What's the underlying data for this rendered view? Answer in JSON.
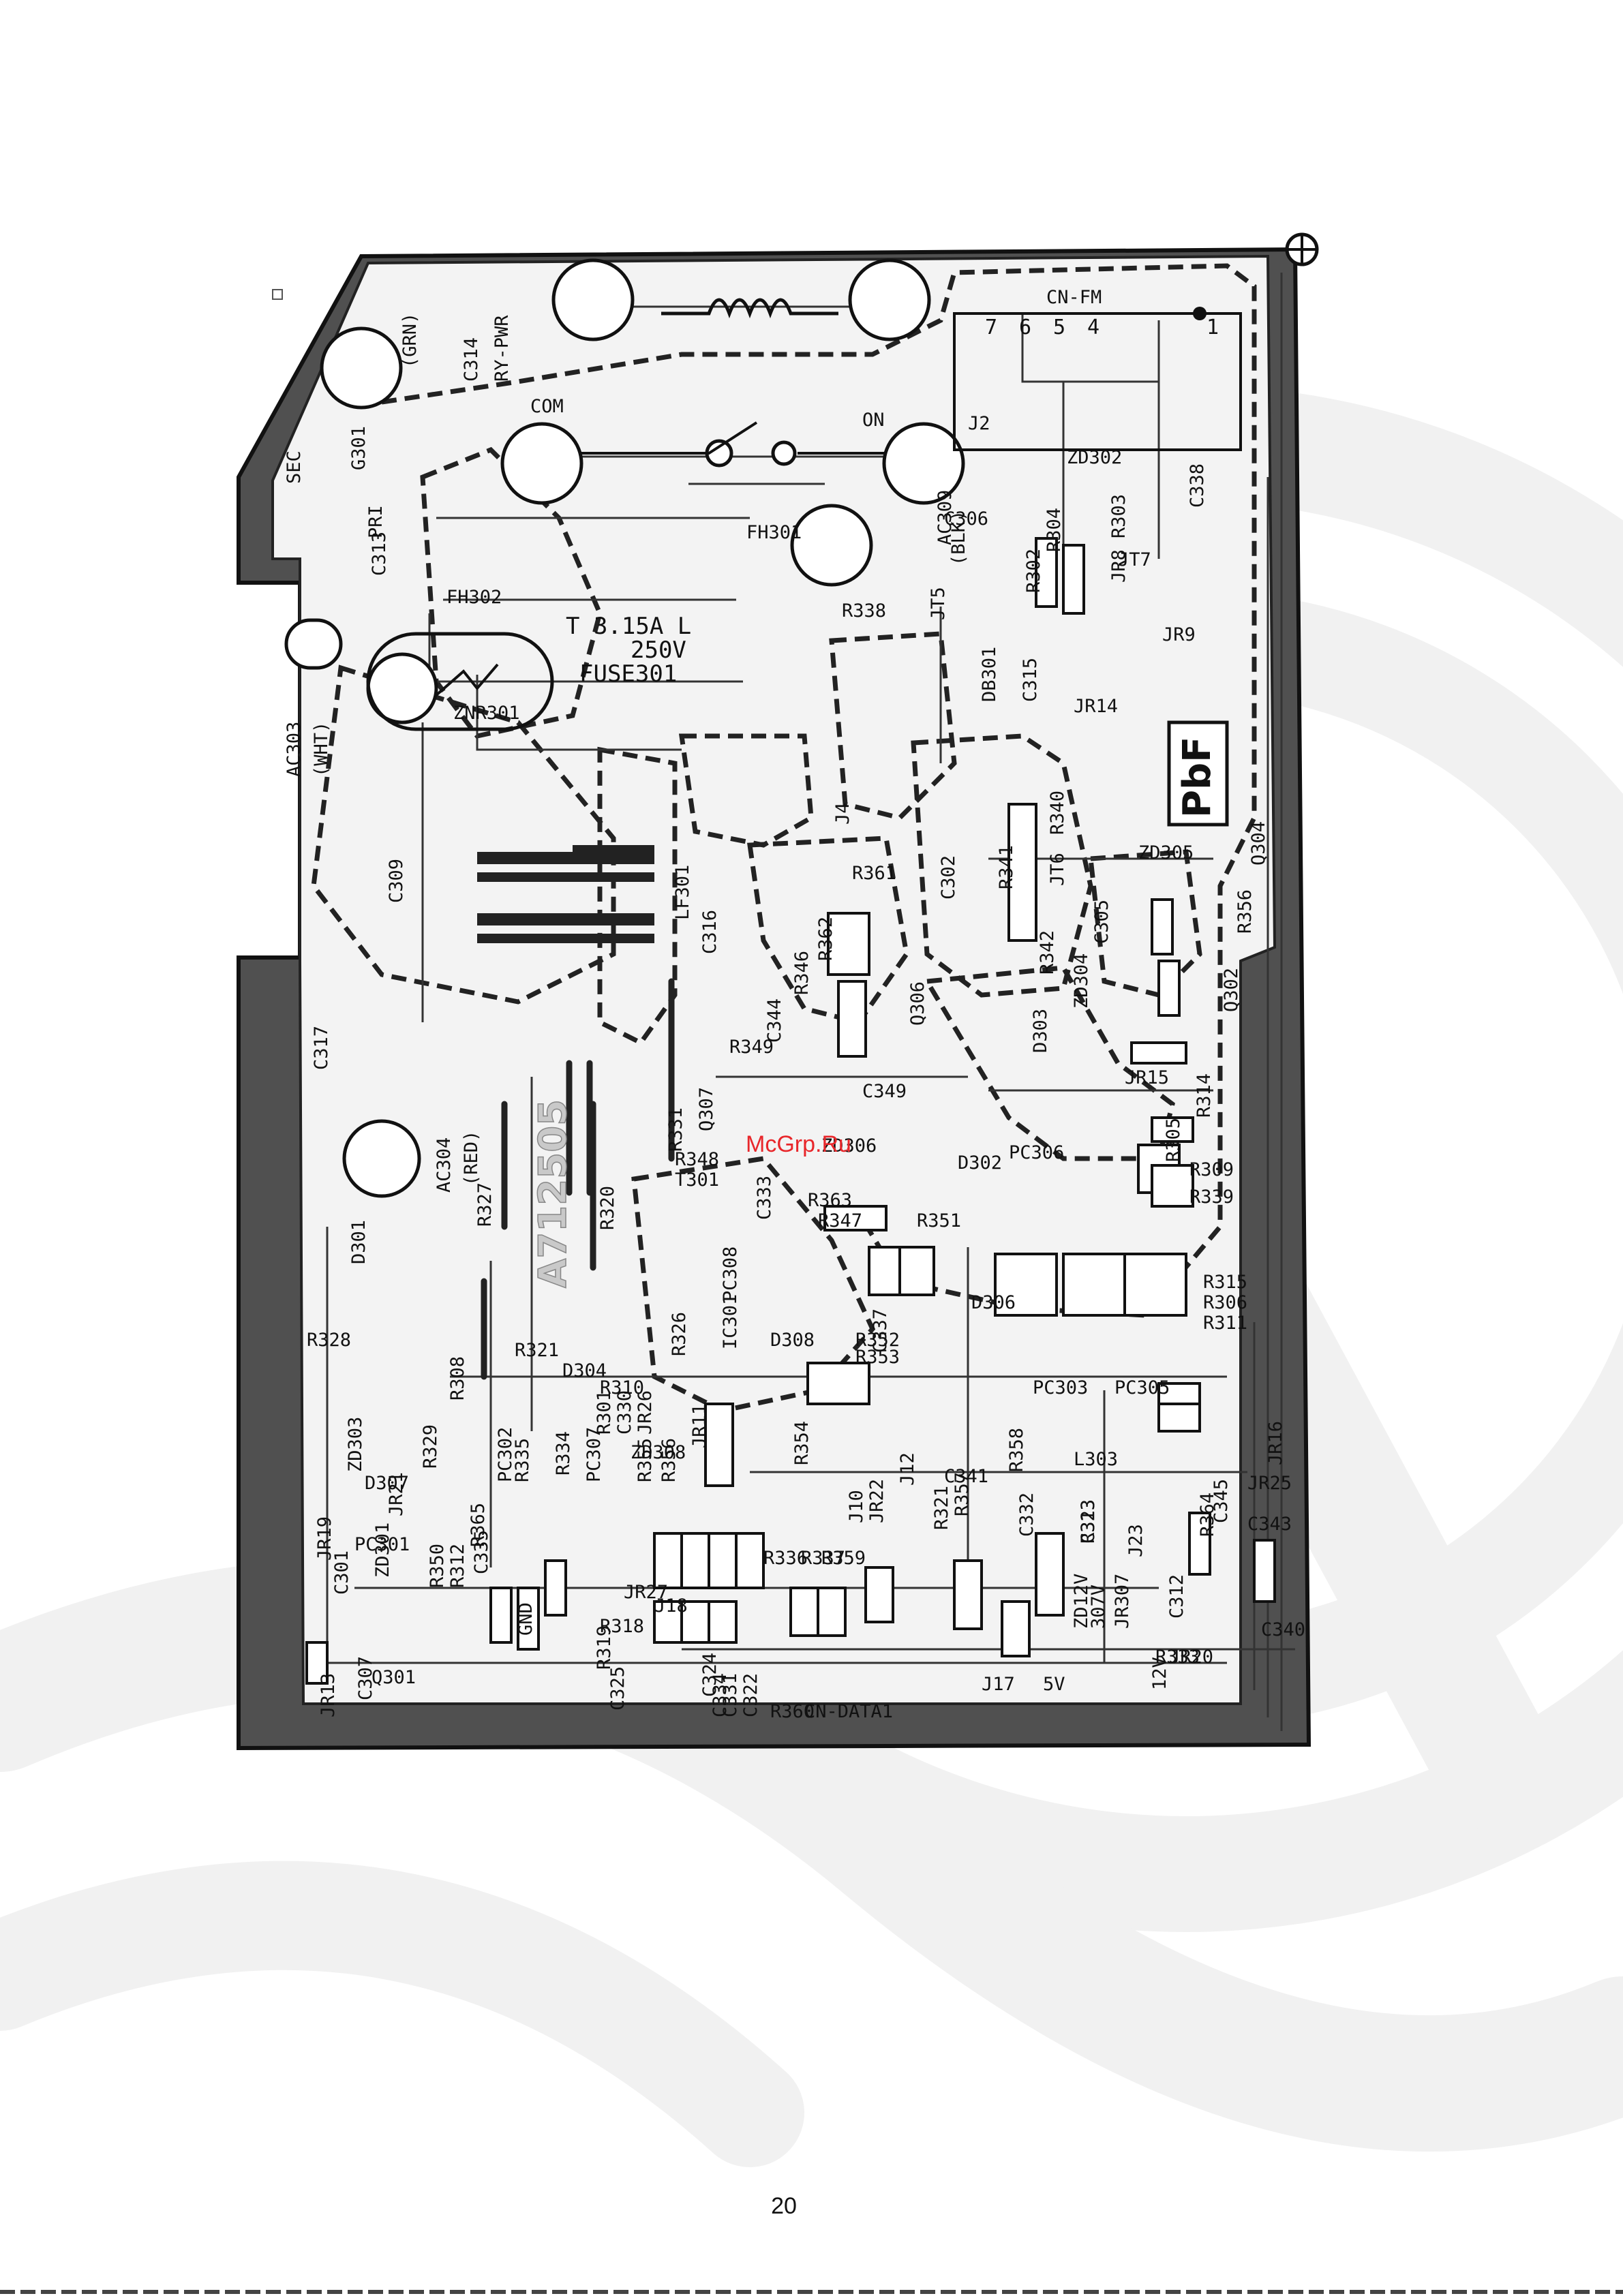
{
  "page": {
    "number": "20",
    "site_mark": "McGrp.Ru"
  },
  "board": {
    "part_number": "A712505",
    "pbf_mark": "PbF",
    "fuse_text": [
      "T 3.15A L",
      "250V",
      "FUSE301"
    ],
    "connector_pins": [
      "7",
      "6",
      "5",
      "4",
      "1"
    ],
    "labels": [
      {
        "t": "CN-FM",
        "r": 0
      },
      {
        "t": "SEC",
        "r": -90
      },
      {
        "t": "PRI",
        "r": -90
      },
      {
        "t": "COM",
        "r": 0
      },
      {
        "t": "ON",
        "r": 0
      },
      {
        "t": "C314",
        "r": -90
      },
      {
        "t": "RY-PWR",
        "r": -90
      },
      {
        "t": "(GRN)",
        "r": -90
      },
      {
        "t": "G301",
        "r": -90
      },
      {
        "t": "C313",
        "r": -90
      },
      {
        "t": "FH301",
        "r": 0
      },
      {
        "t": "FH302",
        "r": 0
      },
      {
        "t": "AC309",
        "r": -90
      },
      {
        "t": "(BLK)",
        "r": -90
      },
      {
        "t": "R338",
        "r": 0
      },
      {
        "t": "JT5",
        "r": -90
      },
      {
        "t": "J2",
        "r": 0
      },
      {
        "t": "ZD302",
        "r": 0
      },
      {
        "t": "C338",
        "r": -90
      },
      {
        "t": "C306",
        "r": 0
      },
      {
        "t": "R304",
        "r": -90
      },
      {
        "t": "R302",
        "r": -90
      },
      {
        "t": "R303",
        "r": -90
      },
      {
        "t": "JR8",
        "r": -90
      },
      {
        "t": "JT7",
        "r": 0
      },
      {
        "t": "DB301",
        "r": -90
      },
      {
        "t": "C315",
        "r": -90
      },
      {
        "t": "JR9",
        "r": 0
      },
      {
        "t": "JR14",
        "r": 0
      },
      {
        "t": "ZNR301",
        "r": 0
      },
      {
        "t": "AC303",
        "r": -90
      },
      {
        "t": "(WHT)",
        "r": -90
      },
      {
        "t": "C309",
        "r": -90
      },
      {
        "t": "LF301",
        "r": -90
      },
      {
        "t": "C316",
        "r": -90
      },
      {
        "t": "J4",
        "r": -90
      },
      {
        "t": "R340",
        "r": -90
      },
      {
        "t": "JT6",
        "r": -90
      },
      {
        "t": "R341",
        "r": -90
      },
      {
        "t": "C302",
        "r": -90
      },
      {
        "t": "R361",
        "r": 0
      },
      {
        "t": "ZD305",
        "r": 0
      },
      {
        "t": "Q304",
        "r": -90
      },
      {
        "t": "R356",
        "r": -90
      },
      {
        "t": "C305",
        "r": -90
      },
      {
        "t": "R342",
        "r": -90
      },
      {
        "t": "ZD304",
        "r": -90
      },
      {
        "t": "R362",
        "r": -90
      },
      {
        "t": "R346",
        "r": -90
      },
      {
        "t": "C344",
        "r": -90
      },
      {
        "t": "Q306",
        "r": -90
      },
      {
        "t": "D303",
        "r": -90
      },
      {
        "t": "Q302",
        "r": -90
      },
      {
        "t": "C317",
        "r": -90
      },
      {
        "t": "R349",
        "r": 0
      },
      {
        "t": "C349",
        "r": 0
      },
      {
        "t": "Q307",
        "r": -90
      },
      {
        "t": "JR15",
        "r": 0
      },
      {
        "t": "R314",
        "r": -90
      },
      {
        "t": "R305",
        "r": -90
      },
      {
        "t": "AC304",
        "r": -90
      },
      {
        "t": "(RED)",
        "r": -90
      },
      {
        "t": "R331",
        "r": -90
      },
      {
        "t": "R327",
        "r": -90
      },
      {
        "t": "R320",
        "r": -90
      },
      {
        "t": "R348",
        "r": 0
      },
      {
        "t": "T301",
        "r": 0
      },
      {
        "t": "C333",
        "r": -90
      },
      {
        "t": "ZD306",
        "r": 0
      },
      {
        "t": "D302",
        "r": 0
      },
      {
        "t": "PC306",
        "r": 0
      },
      {
        "t": "R309",
        "r": 0
      },
      {
        "t": "R339",
        "r": 0
      },
      {
        "t": "R363",
        "r": 0
      },
      {
        "t": "R347",
        "r": 0
      },
      {
        "t": "R351",
        "r": 0
      },
      {
        "t": "D301",
        "r": -90
      },
      {
        "t": "PC308",
        "r": -90
      },
      {
        "t": "D306",
        "r": 0
      },
      {
        "t": "R315",
        "r": 0
      },
      {
        "t": "R306",
        "r": 0
      },
      {
        "t": "R311",
        "r": 0
      },
      {
        "t": "R328",
        "r": 0
      },
      {
        "t": "R321",
        "r": 0
      },
      {
        "t": "D304",
        "r": 0
      },
      {
        "t": "R326",
        "r": -90
      },
      {
        "t": "IC301",
        "r": -90
      },
      {
        "t": "D308",
        "r": 0
      },
      {
        "t": "C337",
        "r": -90
      },
      {
        "t": "R352",
        "r": 0
      },
      {
        "t": "R353",
        "r": 0
      },
      {
        "t": "R308",
        "r": -90
      },
      {
        "t": "PC303",
        "r": 0
      },
      {
        "t": "PC305",
        "r": 0
      },
      {
        "t": "JR16",
        "r": -90
      },
      {
        "t": "R310",
        "r": 0
      },
      {
        "t": "R301",
        "r": -90
      },
      {
        "t": "C330",
        "r": -90
      },
      {
        "t": "JR26",
        "r": -90
      },
      {
        "t": "JR11",
        "r": -90
      },
      {
        "t": "ZD303",
        "r": -90
      },
      {
        "t": "R329",
        "r": -90
      },
      {
        "t": "PC302",
        "r": -90
      },
      {
        "t": "R335",
        "r": -90
      },
      {
        "t": "R334",
        "r": -90
      },
      {
        "t": "PC307",
        "r": -90
      },
      {
        "t": "ZD308",
        "r": 0
      },
      {
        "t": "R355",
        "r": -90
      },
      {
        "t": "R356",
        "r": -90
      },
      {
        "t": "R354",
        "r": -90
      },
      {
        "t": "C341",
        "r": 0
      },
      {
        "t": "R321",
        "r": -90
      },
      {
        "t": "R357",
        "r": -90
      },
      {
        "t": "R358",
        "r": -90
      },
      {
        "t": "L303",
        "r": 0
      },
      {
        "t": "JR25",
        "r": 0
      },
      {
        "t": "C343",
        "r": 0
      },
      {
        "t": "D307",
        "r": 0
      },
      {
        "t": "JR21",
        "r": -90
      },
      {
        "t": "J12",
        "r": -90
      },
      {
        "t": "R336",
        "r": 0
      },
      {
        "t": "R337",
        "r": 0
      },
      {
        "t": "R359",
        "r": 0
      },
      {
        "t": "J10",
        "r": -90
      },
      {
        "t": "JR22",
        "r": -90
      },
      {
        "t": "C332",
        "r": -90
      },
      {
        "t": "C323",
        "r": -90
      },
      {
        "t": "J23",
        "r": -90
      },
      {
        "t": "R364",
        "r": -90
      },
      {
        "t": "C345",
        "r": -90
      },
      {
        "t": "JR19",
        "r": -90
      },
      {
        "t": "PC301",
        "r": 0
      },
      {
        "t": "ZD301",
        "r": -90
      },
      {
        "t": "C301",
        "r": -90
      },
      {
        "t": "R350",
        "r": -90
      },
      {
        "t": "R312",
        "r": -90
      },
      {
        "t": "C335",
        "r": -90
      },
      {
        "t": "R365",
        "r": -90
      },
      {
        "t": "JR27",
        "r": 0
      },
      {
        "t": "R313",
        "r": -90
      },
      {
        "t": "J18",
        "r": 0
      },
      {
        "t": "R318",
        "r": 0
      },
      {
        "t": "ZD12V",
        "r": -90
      },
      {
        "t": "307V",
        "r": -90
      },
      {
        "t": "JR307",
        "r": -90
      },
      {
        "t": "C312",
        "r": -90
      },
      {
        "t": "C340",
        "r": 0
      },
      {
        "t": "JR13",
        "r": -90
      },
      {
        "t": "R333",
        "r": 0
      },
      {
        "t": "JR20",
        "r": 0
      },
      {
        "t": "Q301",
        "r": 0
      },
      {
        "t": "C307",
        "r": -90
      },
      {
        "t": "R319",
        "r": -90
      },
      {
        "t": "C325",
        "r": -90
      },
      {
        "t": "C324",
        "r": -90
      },
      {
        "t": "C334",
        "r": -90
      },
      {
        "t": "C331",
        "r": -90
      },
      {
        "t": "C322",
        "r": -90
      },
      {
        "t": "R360",
        "r": 0
      },
      {
        "t": "CN-DATA1",
        "r": 0
      },
      {
        "t": "J17",
        "r": 0
      },
      {
        "t": "5V",
        "r": 0
      },
      {
        "t": "12V",
        "r": -90
      },
      {
        "t": "GND",
        "r": -90
      }
    ]
  }
}
